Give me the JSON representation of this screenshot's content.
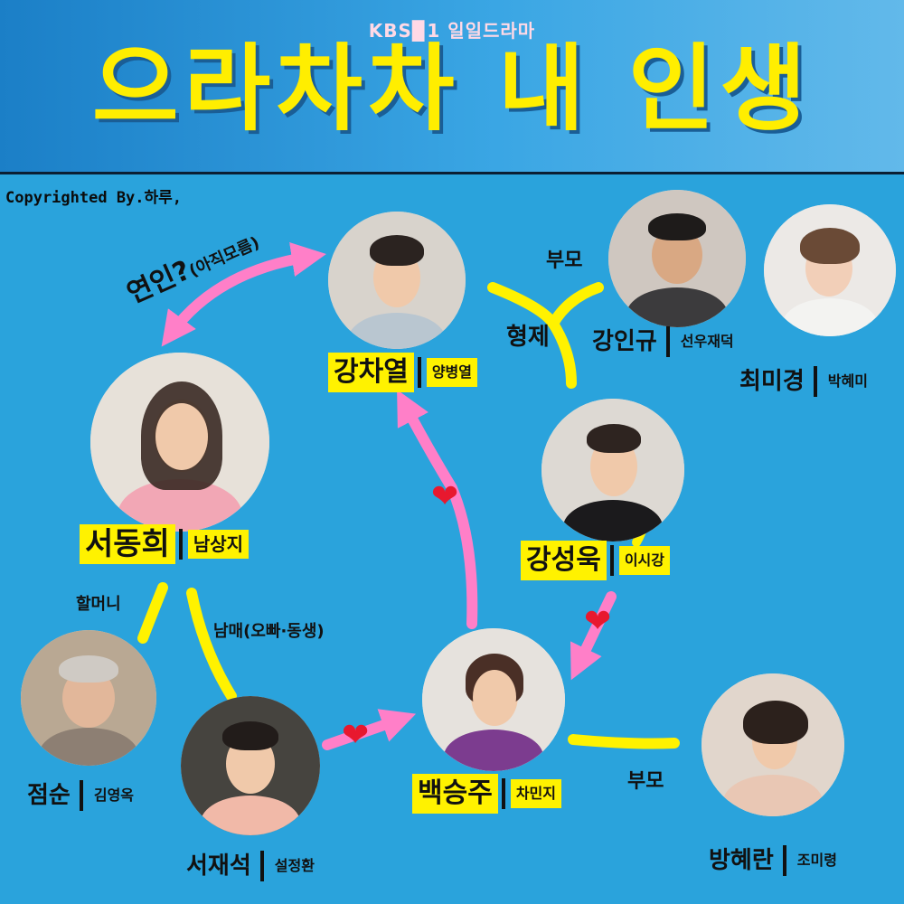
{
  "header": {
    "network": "KBS▉1 일일드라마",
    "title": "으라차차 내 인생"
  },
  "credit": "Copyrighted By.하루,",
  "characters": {
    "kang_chayeol": {
      "name": "강차열",
      "actor": "양병열"
    },
    "kang_ingyu": {
      "name": "강인규",
      "actor": "선우재덕"
    },
    "choi_migyeong": {
      "name": "최미경",
      "actor": "박혜미"
    },
    "seo_donghui": {
      "name": "서동희",
      "actor": "남상지"
    },
    "kang_seonguk": {
      "name": "강성욱",
      "actor": "이시강"
    },
    "jeomsun": {
      "name": "점순",
      "actor": "김영옥"
    },
    "seo_jaeseok": {
      "name": "서재석",
      "actor": "설정환"
    },
    "baek_seungju": {
      "name": "백승주",
      "actor": "차민지"
    },
    "bang_hyeran": {
      "name": "방혜란",
      "actor": "조미령"
    }
  },
  "relations": {
    "lover": "연인?",
    "lover_note": "(아직모름)",
    "parents_top": "부모",
    "siblings": "형제",
    "grandmother": "할머니",
    "brother_sister": "남매(오빠·동생)",
    "parents_bottom": "부모"
  },
  "icons": {
    "heart": "heart-icon"
  },
  "colors": {
    "background": "#2aa3dc",
    "highlight": "#fff200",
    "pink": "#ff7fc8",
    "heart": "#e8182e",
    "title": "#ffee00"
  }
}
